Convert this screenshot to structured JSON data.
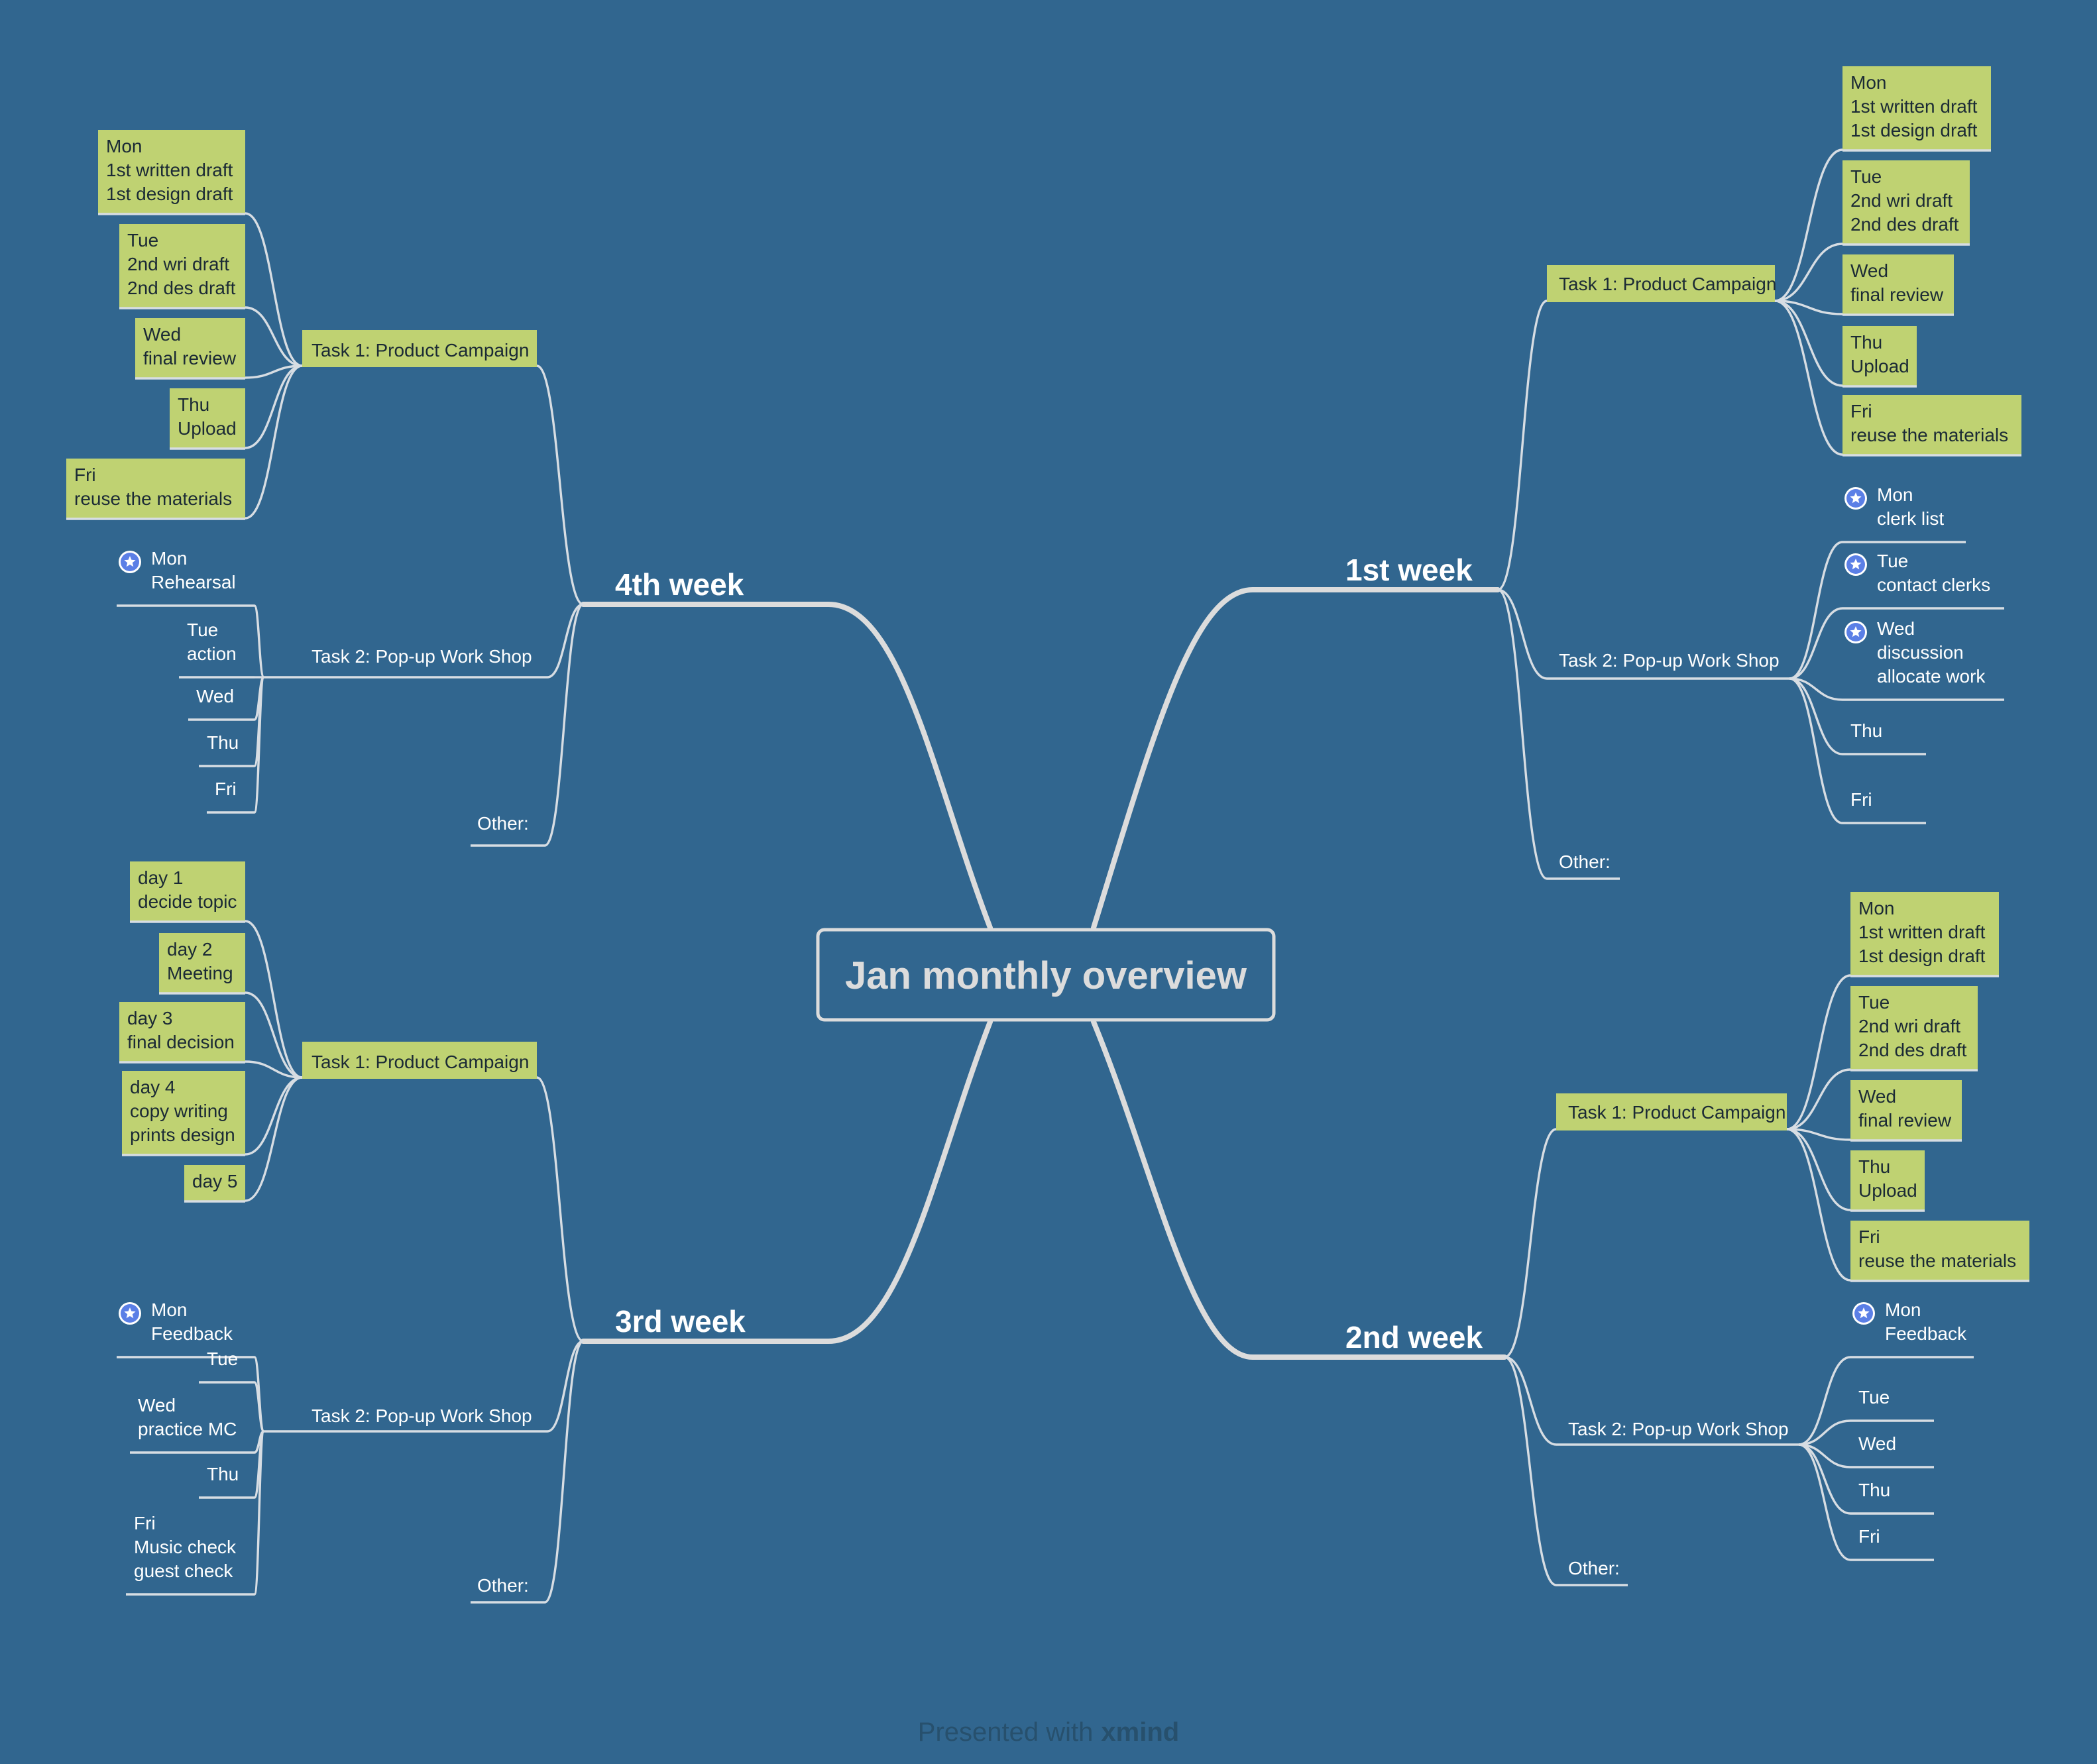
{
  "central_topic": "Jan monthly overview",
  "footer": {
    "prefix": "Presented with",
    "brand": "xmind"
  },
  "weeks": [
    {
      "title": "1st week",
      "task1": {
        "label": "Task 1: Product Campaign",
        "items": [
          [
            "Mon",
            "1st written draft",
            "1st design draft"
          ],
          [
            "Tue",
            "2nd wri draft",
            "2nd des draft"
          ],
          [
            "Wed",
            "final review"
          ],
          [
            "Thu",
            "Upload"
          ],
          [
            "Fri",
            "reuse the materials"
          ]
        ]
      },
      "task2": {
        "label": "Task 2: Pop-up Work Shop",
        "items": [
          {
            "lines": [
              "Mon",
              "clerk list"
            ],
            "starred": true
          },
          {
            "lines": [
              "Tue",
              "contact clerks"
            ],
            "starred": true
          },
          {
            "lines": [
              "Wed",
              "discussion",
              "allocate work"
            ],
            "starred": true
          },
          {
            "lines": [
              "Thu"
            ],
            "starred": false
          },
          {
            "lines": [
              "Fri"
            ],
            "starred": false
          }
        ]
      },
      "other": "Other:"
    },
    {
      "title": "2nd week",
      "task1": {
        "label": "Task 1: Product Campaign",
        "items": [
          [
            "Mon",
            "1st written draft",
            "1st design draft"
          ],
          [
            "Tue",
            "2nd wri draft",
            "2nd des draft"
          ],
          [
            "Wed",
            "final review"
          ],
          [
            "Thu",
            "Upload"
          ],
          [
            "Fri",
            "reuse the materials"
          ]
        ]
      },
      "task2": {
        "label": "Task 2: Pop-up Work Shop",
        "items": [
          {
            "lines": [
              "Mon",
              "Feedback"
            ],
            "starred": true
          },
          {
            "lines": [
              "Tue"
            ],
            "starred": false
          },
          {
            "lines": [
              "Wed"
            ],
            "starred": false
          },
          {
            "lines": [
              "Thu"
            ],
            "starred": false
          },
          {
            "lines": [
              "Fri"
            ],
            "starred": false
          }
        ]
      },
      "other": "Other:"
    },
    {
      "title": "3rd week",
      "task1": {
        "label": "Task 1: Product Campaign",
        "items": [
          [
            "day 1",
            "decide topic"
          ],
          [
            "day 2",
            "Meeting"
          ],
          [
            "day 3",
            "final decision"
          ],
          [
            "day 4",
            "copy writing",
            "prints design"
          ],
          [
            "day 5"
          ]
        ]
      },
      "task2": {
        "label": "Task 2: Pop-up Work Shop",
        "items": [
          {
            "lines": [
              "Mon",
              "Feedback"
            ],
            "starred": true
          },
          {
            "lines": [
              "Tue"
            ],
            "starred": false
          },
          {
            "lines": [
              "Wed",
              "practice MC"
            ],
            "starred": false
          },
          {
            "lines": [
              "Thu"
            ],
            "starred": false
          },
          {
            "lines": [
              "Fri",
              "Music check",
              "guest check"
            ],
            "starred": false
          }
        ]
      },
      "other": "Other:"
    },
    {
      "title": "4th week",
      "task1": {
        "label": "Task 1: Product Campaign",
        "items": [
          [
            "Mon",
            "1st written draft",
            "1st design draft"
          ],
          [
            "Tue",
            "2nd wri draft",
            "2nd des draft"
          ],
          [
            "Wed",
            "final review"
          ],
          [
            "Thu",
            "Upload"
          ],
          [
            "Fri",
            "reuse the materials"
          ]
        ]
      },
      "task2": {
        "label": "Task 2: Pop-up Work Shop",
        "items": [
          {
            "lines": [
              "Mon",
              "Rehearsal"
            ],
            "starred": true
          },
          {
            "lines": [
              "Tue",
              "action"
            ],
            "starred": false
          },
          {
            "lines": [
              "Wed"
            ],
            "starred": false
          },
          {
            "lines": [
              "Thu"
            ],
            "starred": false
          },
          {
            "lines": [
              "Fri"
            ],
            "starred": false
          }
        ]
      },
      "other": "Other:"
    }
  ],
  "colors": {
    "background": "#31668f",
    "note": "#bfd272",
    "connector": "#d7dde3",
    "star": "#5b7fe6"
  }
}
